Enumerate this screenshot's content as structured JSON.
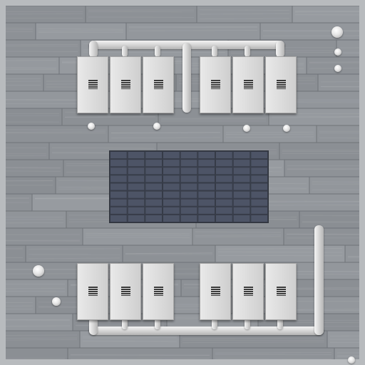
{
  "scene": {
    "frame_color": "#b8bbbe",
    "floor_color": "#8d9196",
    "cabinet_color": "#dcdcdc",
    "pipe_color": "#d9d9d9",
    "panel_color": "#4d5466"
  },
  "cabinets": {
    "top_count": 6,
    "bottom_count": 6
  },
  "grid_panel": {
    "columns": 9,
    "rows": 9
  },
  "bolts": {
    "count": 10
  }
}
